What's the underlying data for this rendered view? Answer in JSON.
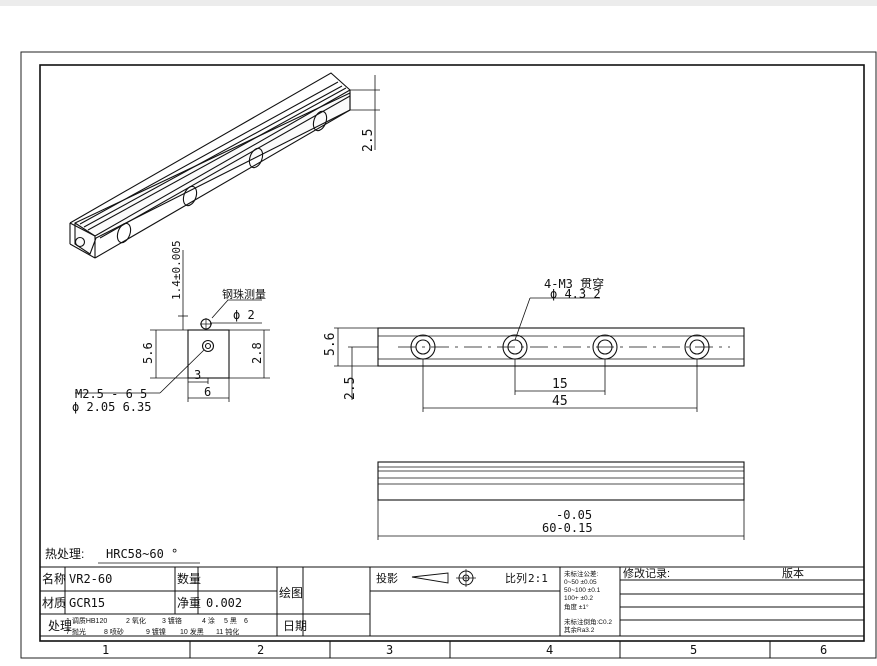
{
  "drawing": {
    "heat_treatment": {
      "label": "热处理:",
      "value": "HRC58~60 °"
    },
    "iso_view": {
      "dim_height": "2.5"
    },
    "section_view": {
      "dim_top_tol": "1.4±0.005",
      "note_ball": "钢珠测量",
      "dim_ball": "ϕ 2",
      "dim_height": "5.6",
      "dim_half_height": "2.8",
      "dim_inner": "3",
      "dim_width": "6",
      "hole_spec_line1": "M2.5 - 6  5",
      "hole_spec_line2": "ϕ  2.05   6.35"
    },
    "top_view": {
      "hole_callout_1": "4-M3 贯穿",
      "hole_callout_2": "ϕ 4.3  2",
      "dim_height": "5.6",
      "dim_offset": "2.5",
      "dim_pitch": "15",
      "dim_span": "45"
    },
    "side_view": {
      "dim_tol": "-0.05",
      "dim_length": "60-0.15"
    }
  },
  "title_block": {
    "name_label": "名称",
    "name_value": "VR2-60",
    "qty_label": "数量",
    "material_label": "材质",
    "material_value": "GCR15",
    "weight_label": "净重",
    "weight_value": "0.002",
    "process_label": "处理",
    "process_items": [
      "1 调质HB120",
      "2 氧化",
      "3 镀铬",
      "4 涂",
      "5 黑",
      "6",
      "7 抛光",
      "8 喷砂",
      "9 镀镍",
      "10 发黑",
      "11 钝化"
    ],
    "draw_label": "绘图",
    "date_label": "日期",
    "projection_label": "投影",
    "scale_label": "比列",
    "scale_value": "2:1",
    "tolerance_title": "未标注公差:",
    "tolerance_rows": [
      "0~50   ±0.05",
      "50~100  ±0.1",
      "100+   ±0.2",
      "角度 ±1°"
    ],
    "chamfer_note_1": "未标注倒角:C0.2",
    "chamfer_note_2": "其余Ra3.2",
    "revision_label": "修改记录:",
    "version_label": "版本"
  },
  "zones": [
    "1",
    "2",
    "3",
    "4",
    "5",
    "6"
  ]
}
